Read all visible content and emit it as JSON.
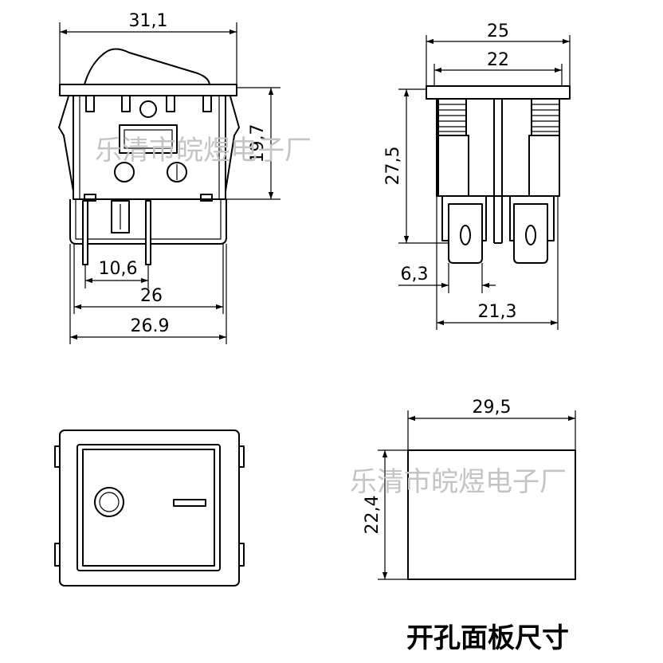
{
  "front_view": {
    "dim_overall_width": "31,1",
    "dim_height": "19,7",
    "dim_pin_spacing": "10,6",
    "dim_body_width": "26",
    "dim_housing_width": "26.9"
  },
  "side_view": {
    "dim_flange_width": "25",
    "dim_body_width": "22",
    "dim_height": "27,5",
    "dim_terminal_width": "6,3",
    "dim_base_width": "21,3"
  },
  "cutout": {
    "dim_width": "29,5",
    "dim_height": "22,4",
    "title": "开孔面板尺寸"
  },
  "watermark": {
    "text": "乐清市皖煜电子厂"
  },
  "colors": {
    "line": "#000000",
    "watermark": "#c4c4c4",
    "background": "#ffffff"
  }
}
